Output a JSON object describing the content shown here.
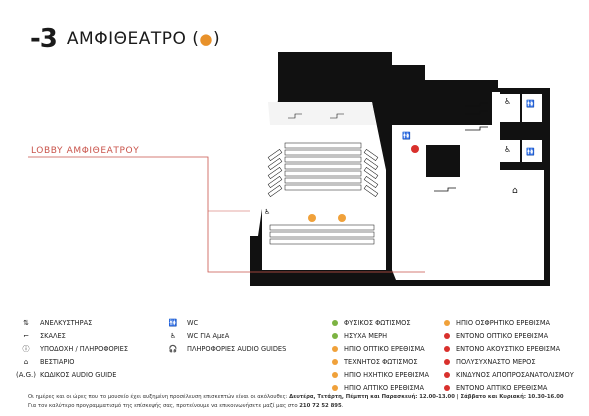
{
  "header": {
    "floor": "-3",
    "title": "ΑΜΦΙΘΕΑΤΡΟ (",
    "title_end": ")",
    "dot": "●"
  },
  "map": {
    "lobby_label": "LOBBY ΑΜΦΙΘΕΑΤΡΟΥ",
    "colors": {
      "walls": "#111111",
      "stage": "#f2f2f2",
      "line": "#c9544b",
      "orange": "#f0a13a",
      "red": "#d9302c"
    }
  },
  "legend": {
    "left": [
      {
        "icon": "elevator-icon",
        "glyph": "⇅",
        "label": "ΑΝΕΛΚΥΣΤΗΡΑΣ"
      },
      {
        "icon": "stairs-icon",
        "glyph": "⌐",
        "label": "ΣΚΑΛΕΣ"
      },
      {
        "icon": "info-icon",
        "glyph": "ⓘ",
        "label": "ΥΠΟΔΟΧΗ / ΠΛΗΡΟΦΟΡΙΕΣ"
      },
      {
        "icon": "cloakroom-icon",
        "glyph": "⌂",
        "label": "ΒΕΣΤΙΑΡΙΟ"
      },
      {
        "icon": "audio-guide-code-icon",
        "glyph": "(A.G.)",
        "label": "ΚΩΔΙΚΟΣ AUDIO GUIDE"
      }
    ],
    "mid": [
      {
        "icon": "wc-icon",
        "glyph": "🚻",
        "label": "WC"
      },
      {
        "icon": "wc-accessible-icon",
        "glyph": "♿",
        "label": "WC ΓΙΑ ΑμεΑ"
      },
      {
        "icon": "audio-guide-icon",
        "glyph": "🎧",
        "label": "ΠΛΗΡΟΦΟΡΙΕΣ AUDIO GUIDES"
      }
    ],
    "col3": [
      {
        "color": "green",
        "label": "ΦΥΣΙΚΟΣ ΦΩΤΙΣΜΟΣ"
      },
      {
        "color": "green",
        "label": "ΗΣΥΧΑ ΜΕΡΗ"
      },
      {
        "color": "orange",
        "label": "ΗΠΙΟ ΟΠΤΙΚΟ ΕΡΕΘΙΣΜΑ"
      },
      {
        "color": "orange",
        "label": "ΤΕΧΝΗΤΟΣ ΦΩΤΙΣΜΟΣ"
      },
      {
        "color": "orange",
        "label": "ΗΠΙΟ ΗΧΗΤΙΚΟ ΕΡΕΘΙΣΜΑ"
      },
      {
        "color": "orange",
        "label": "ΗΠΙΟ ΑΠΤΙΚΟ ΕΡΕΘΙΣΜΑ"
      }
    ],
    "col4": [
      {
        "color": "orange",
        "label": "ΗΠΙΟ ΟΣΦΡΗΤΙΚΟ ΕΡΕΘΙΣΜΑ"
      },
      {
        "color": "red",
        "label": "ΕΝΤΟΝΟ ΟΠΤΙΚΟ ΕΡΕΘΙΣΜΑ"
      },
      {
        "color": "red",
        "label": "ΕΝΤΟΝΟ ΑΚΟΥΣΤΙΚΟ ΕΡΕΘΙΣΜΑ"
      },
      {
        "color": "red",
        "label": "ΠΟΛΥΣΥΧΝΑΣΤΟ ΜΕΡΟΣ"
      },
      {
        "color": "red",
        "label": "ΚΙΝΔΥΝΟΣ ΑΠΟΠΡΟΣΑΝΑΤΟΛΙΣΜΟΥ"
      },
      {
        "color": "red",
        "label": "ΕΝΤΟΝΟ ΑΠΤΙΚΟ ΕΡΕΘΙΣΜΑ"
      }
    ]
  },
  "footer": {
    "line1_pre": "Οι ημέρες και οι ώρες που το μουσείο έχει αυξημένη προσέλευση επισκεπτών είναι οι ακόλουθες: ",
    "line1_bold": "Δευτέρα, Τετάρτη, Πέμπτη και Παρασκευή: 12.00-13.00 | Σάββατο και Κυριακή: 10.30-16.00",
    "line2_pre": "Για τον καλύτερο προγραμματισμό της επίσκεψής σας, προτείνουμε να επικοινωνήσετε μαζί μας στο ",
    "line2_bold": "210 72 52 895",
    "line2_post": "."
  }
}
